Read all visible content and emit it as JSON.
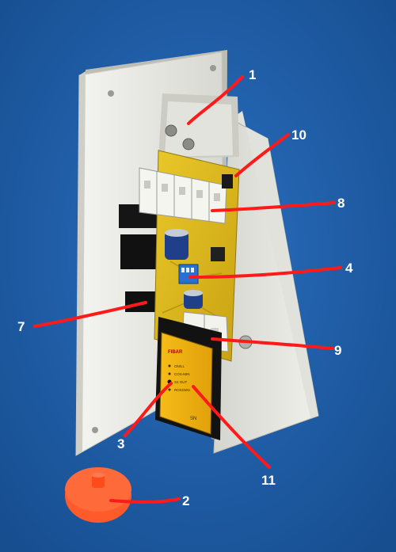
{
  "photo": {
    "background_color": "#1e5fa8",
    "plate_color": "#e8e8e4",
    "pcb_color": "#e8c21c",
    "module_color": "#f2b410",
    "cap_color": "#ff5a2a",
    "callout_color": "#ff1a1a"
  },
  "callouts": [
    {
      "id": "c1",
      "label": "1"
    },
    {
      "id": "c10",
      "label": "10"
    },
    {
      "id": "c8",
      "label": "8"
    },
    {
      "id": "c4",
      "label": "4"
    },
    {
      "id": "c7",
      "label": "7"
    },
    {
      "id": "c9",
      "label": "9"
    },
    {
      "id": "c3",
      "label": "3"
    },
    {
      "id": "c11",
      "label": "11"
    },
    {
      "id": "c2",
      "label": "2"
    }
  ],
  "module_label": {
    "brand": "FIBAR",
    "rows": [
      "ON/LL",
      "COS-MIN",
      "S2 OUT",
      "ROSSMN"
    ],
    "footer": "SN"
  }
}
